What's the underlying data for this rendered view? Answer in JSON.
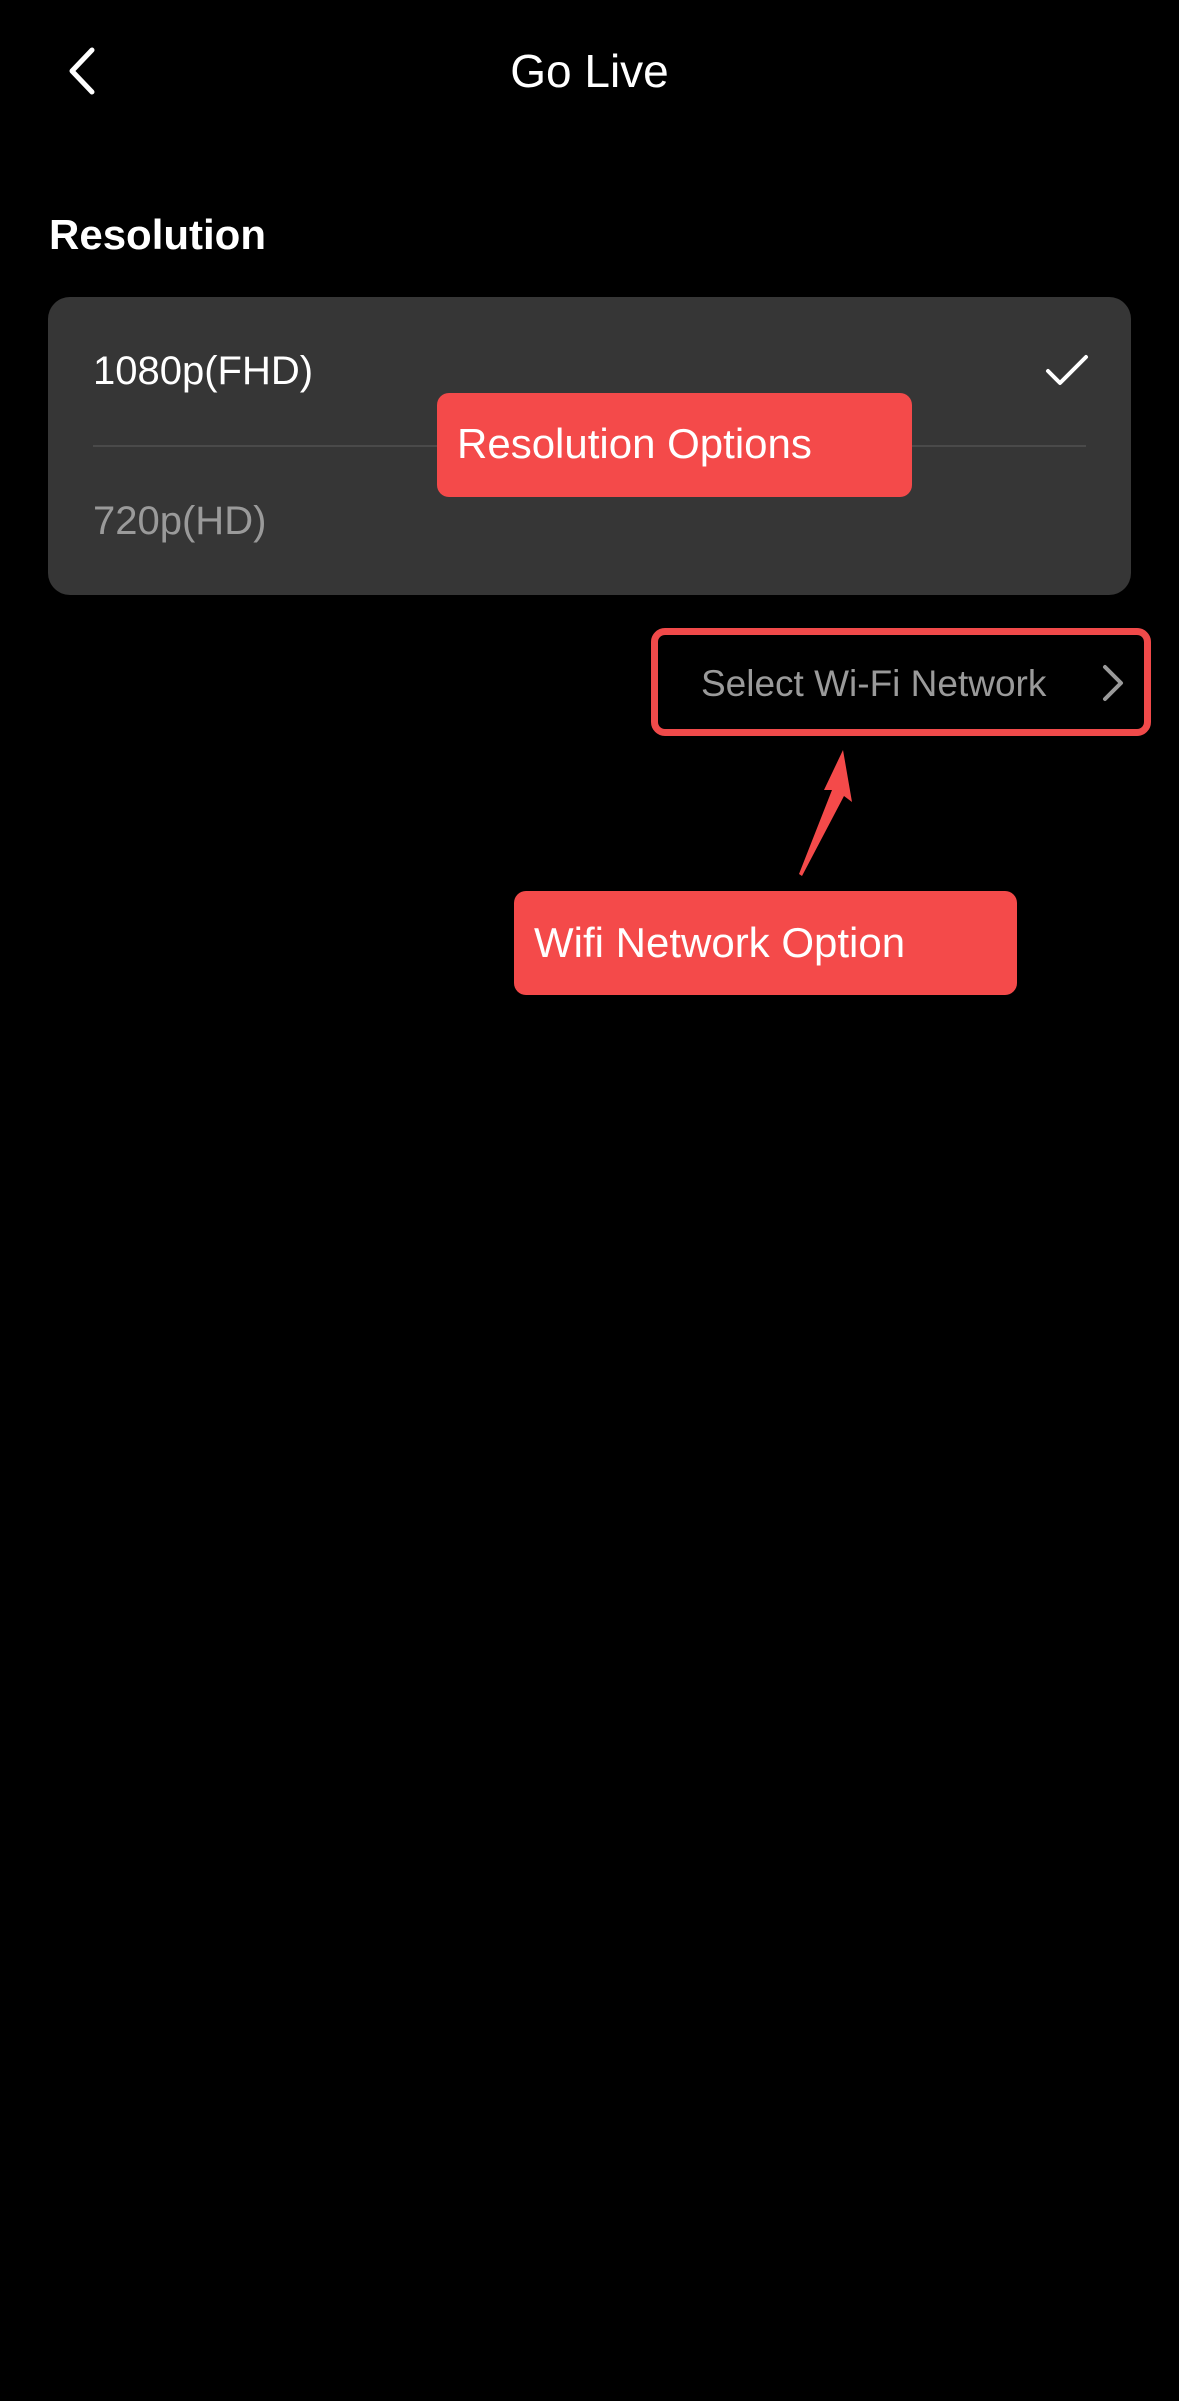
{
  "header": {
    "title": "Go Live",
    "back_icon": "chevron-left-icon"
  },
  "resolution": {
    "section_label": "Resolution",
    "options": [
      {
        "label": "1080p(FHD)",
        "selected": true
      },
      {
        "label": "720p(HD)",
        "selected": false
      }
    ],
    "selected_icon": "checkmark-icon"
  },
  "wifi": {
    "label": "Select Wi-Fi Network",
    "icon": "chevron-right-icon"
  },
  "annotations": {
    "resolution_callout": "Resolution Options",
    "wifi_callout": "Wifi Network Option",
    "callout_color": "#f44a4a",
    "highlight_border_color": "#f04a4a"
  },
  "colors": {
    "background": "#000000",
    "card": "#363636",
    "primary_text": "#ffffff",
    "secondary_text": "#9a9a9a"
  }
}
